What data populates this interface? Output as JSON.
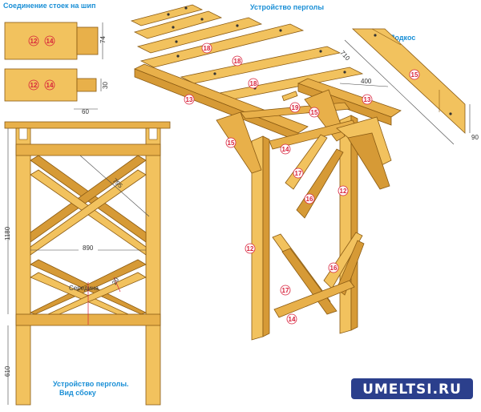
{
  "titles": {
    "joint": "Соединение стоек на шип",
    "pergola": "Устройство перголы",
    "brace": "Подкос",
    "side_line1": "Устройство перголы.",
    "side_line2": "Вид сбоку"
  },
  "dims": {
    "d74": "74",
    "d30": "30",
    "d60": "60",
    "d1180": "1180",
    "d610": "610",
    "d890": "890",
    "d795": "795",
    "d400": "400",
    "d710": "710",
    "d90": "90",
    "d20": "20",
    "center": "Середина"
  },
  "parts": {
    "p12": "12",
    "p13": "13",
    "p14": "14",
    "p15": "15",
    "p16": "16",
    "p17": "17",
    "p18": "18",
    "p19": "19"
  },
  "brand": "UMELTSI.RU",
  "colors": {
    "wood": "#f2c25e",
    "title": "#1a8fd6",
    "callout": "#d8203a",
    "brand_bg": "#2b3f8c"
  }
}
